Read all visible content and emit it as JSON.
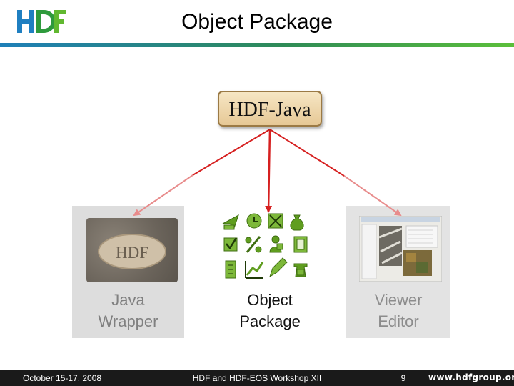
{
  "slide": {
    "title": "Object Package",
    "logo_text": "HDF"
  },
  "diagram": {
    "root": {
      "label": "HDF-Java"
    },
    "children": [
      {
        "label_line1": "Java",
        "label_line2": "Wrapper",
        "inner": "HDF"
      },
      {
        "label_line1": "Object",
        "label_line2": "Package"
      },
      {
        "label_line1": "Viewer",
        "label_line2": "Editor"
      }
    ]
  },
  "footer": {
    "date": "October 15-17, 2008",
    "event": "HDF and HDF-EOS Workshop XII",
    "page": "9",
    "site": "www.hdfgroup.org"
  },
  "colors": {
    "arrow": "#d62020",
    "arrow_faded": "#e88c8c",
    "rule_start": "#1e7fb8",
    "rule_end": "#5bbf3a",
    "icons": "#5f9d1f"
  }
}
